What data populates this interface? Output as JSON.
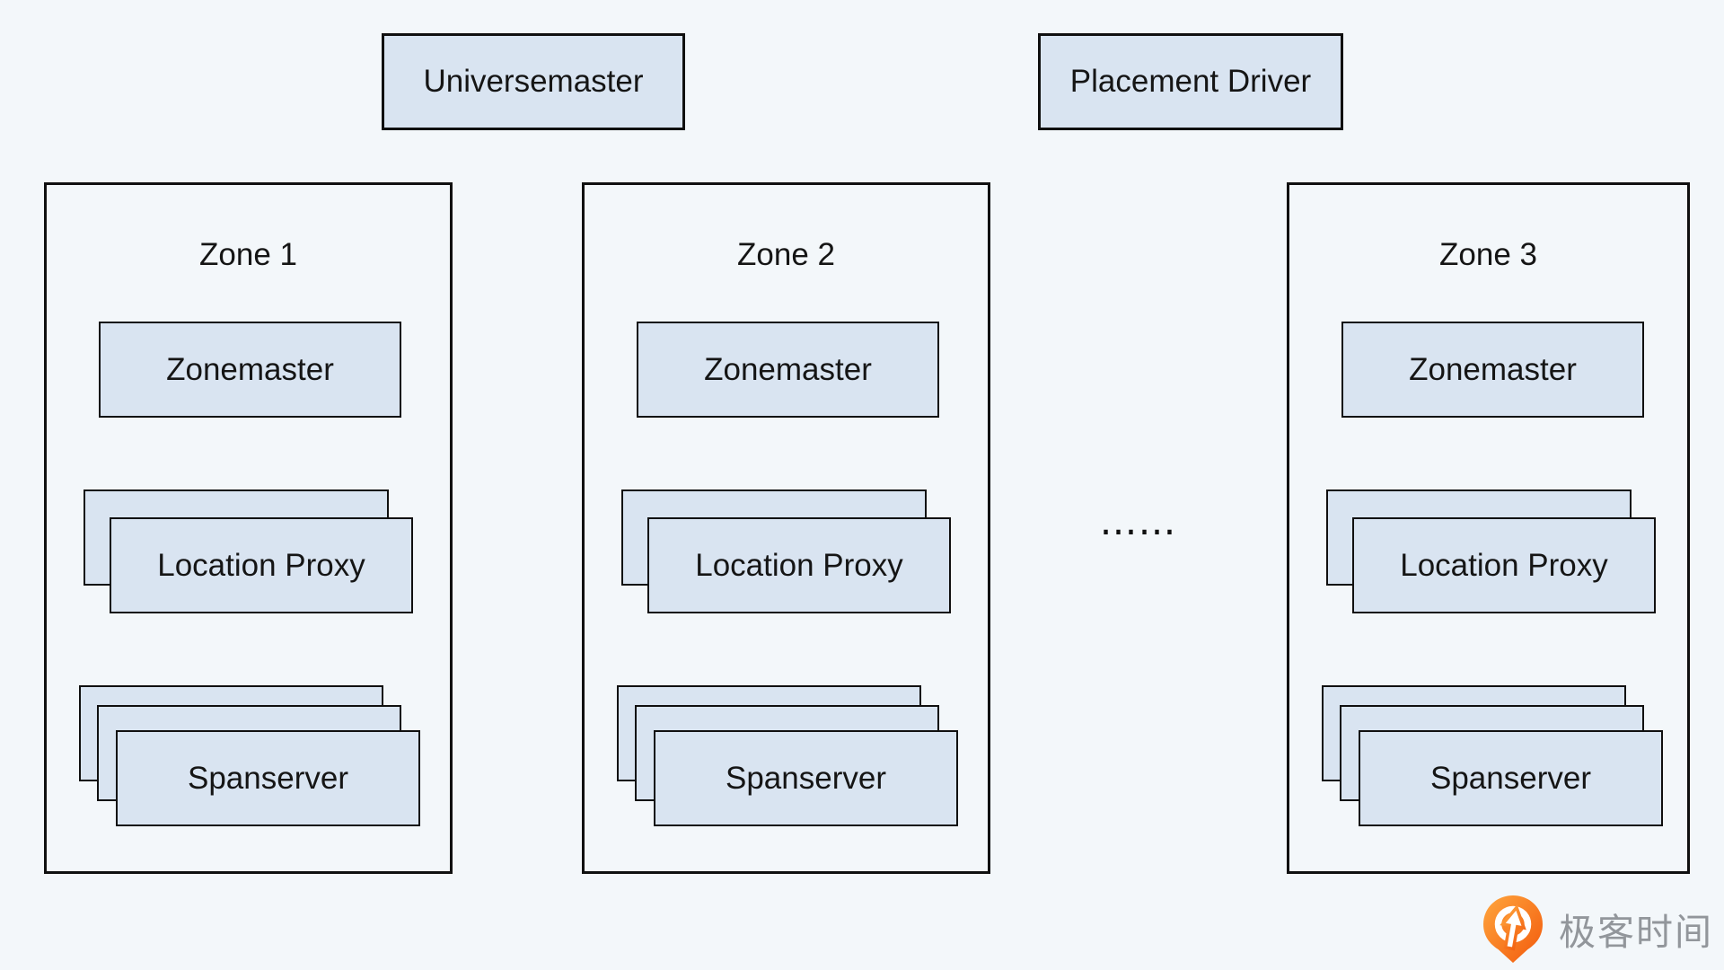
{
  "top_row": {
    "universemaster": "Universemaster",
    "placement_driver": "Placement Driver"
  },
  "zones": [
    {
      "title": "Zone 1",
      "zonemaster": "Zonemaster",
      "location_proxy": "Location Proxy",
      "spanserver": "Spanserver"
    },
    {
      "title": "Zone 2",
      "zonemaster": "Zonemaster",
      "location_proxy": "Location Proxy",
      "spanserver": "Spanserver"
    },
    {
      "title": "Zone 3",
      "zonemaster": "Zonemaster",
      "location_proxy": "Location Proxy",
      "spanserver": "Spanserver"
    }
  ],
  "ellipsis": "……",
  "logo": {
    "text": "极客时间",
    "icon": "geektime-pin-icon",
    "icon_gradient_start": "#ffa63d",
    "icon_gradient_end": "#f2590c",
    "text_color": "#92969b"
  },
  "colors": {
    "background": "#f3f7fa",
    "box_fill": "#d9e4f1",
    "box_border": "#101010",
    "text": "#151515"
  }
}
